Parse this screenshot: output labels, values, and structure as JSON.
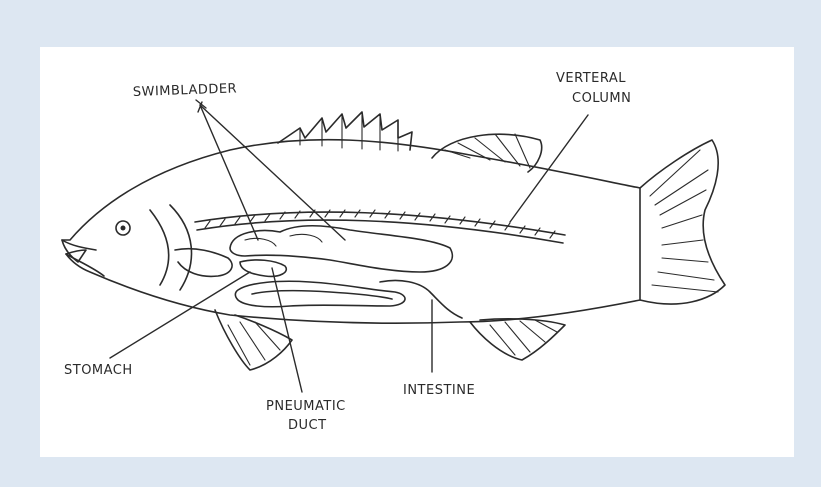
{
  "labels": {
    "swimbladder": "SWIMBLADDER",
    "vertebral_1": "VERTERAL",
    "vertebral_2": "COLUMN",
    "stomach": "STOMACH",
    "pneumatic_1": "PNEUMATIC",
    "pneumatic_2": "DUCT",
    "intestine": "INTESTINE"
  },
  "colors": {
    "frame": "#dde7f2",
    "panel": "#ffffff",
    "ink": "#2b2b2b"
  }
}
